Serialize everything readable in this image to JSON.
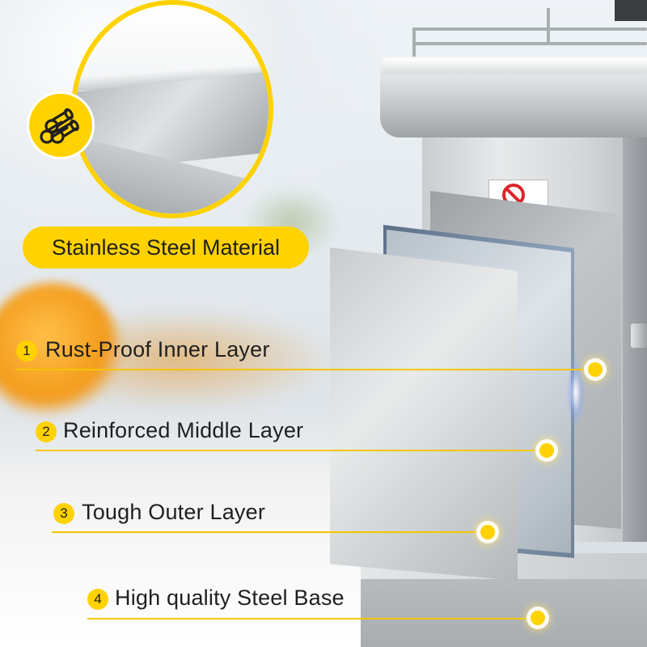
{
  "material_title": "Stainless Steel Material",
  "icon": "steel-tubes-icon",
  "accent_color": "#ffd200",
  "layers": [
    {
      "number": "1",
      "label": "Rust-Proof Inner Layer"
    },
    {
      "number": "2",
      "label": "Reinforced Middle Layer"
    },
    {
      "number": "3",
      "label": "Tough Outer Layer"
    },
    {
      "number": "4",
      "label": "High quality Steel Base"
    }
  ]
}
